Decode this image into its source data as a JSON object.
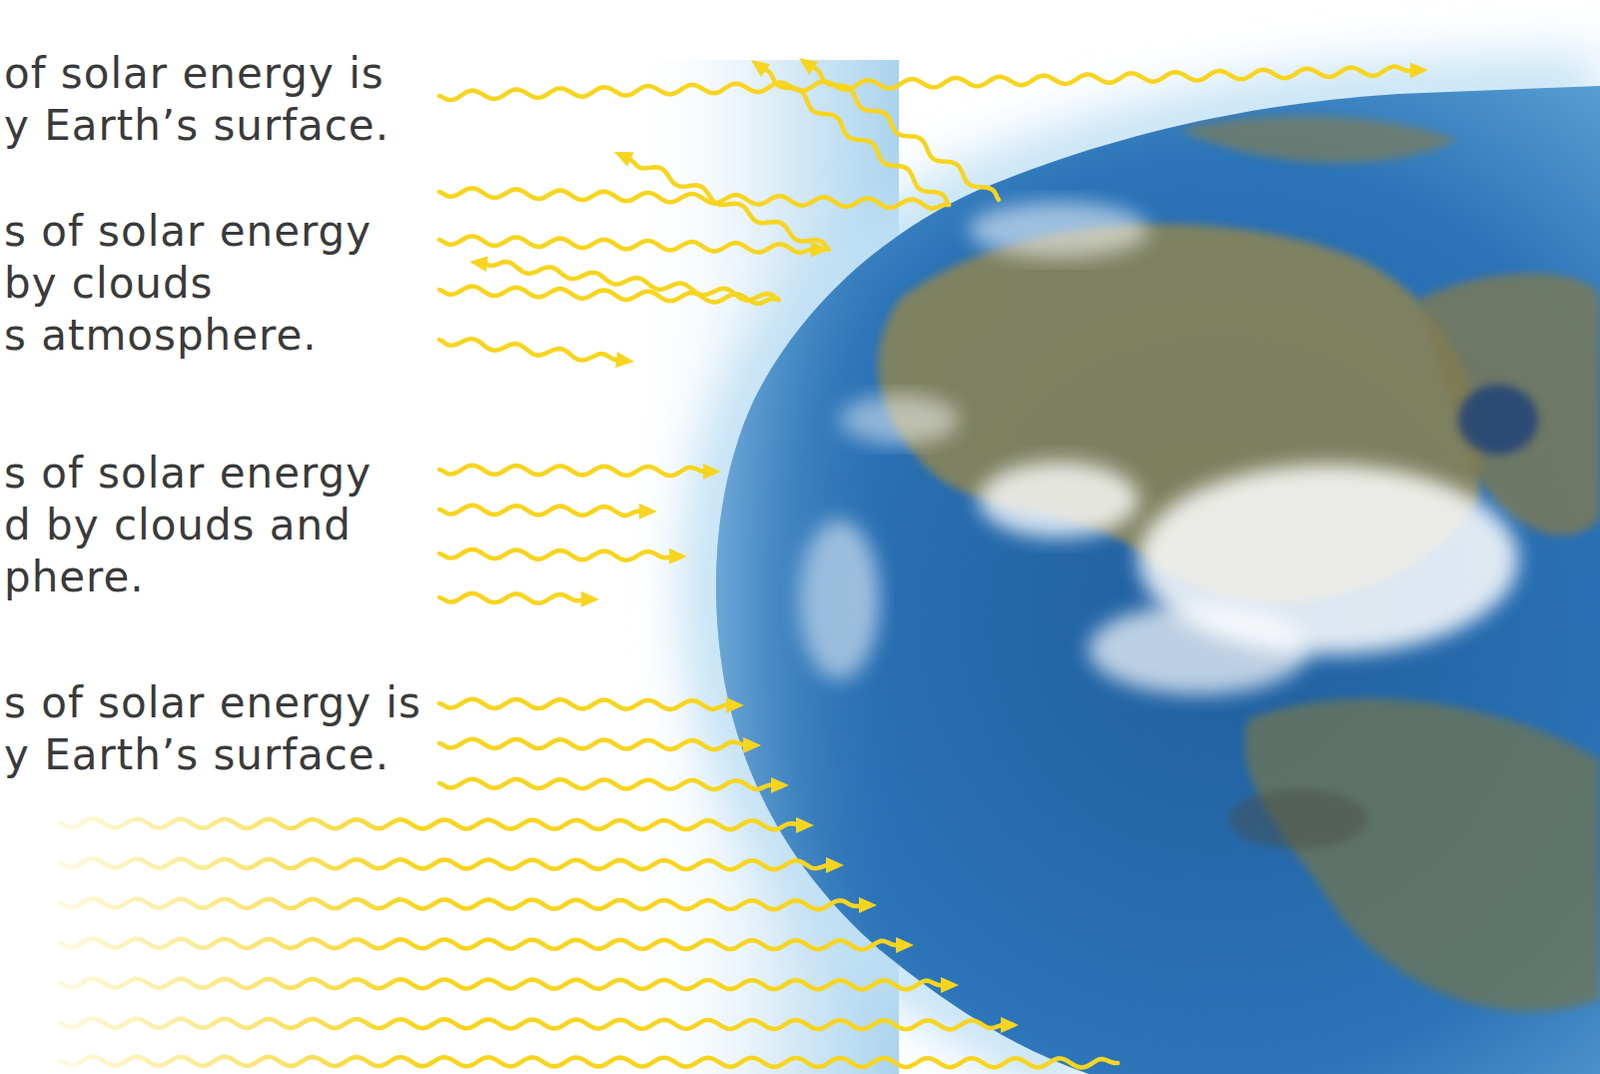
{
  "diagram": {
    "labels": [
      "of solar energy is y Earth’s surface.",
      "s of solar energy by clouds s atmosphere.",
      "s of solar energy d by clouds and phere.",
      "s of solar energy is y Earth’s surface."
    ]
  }
}
